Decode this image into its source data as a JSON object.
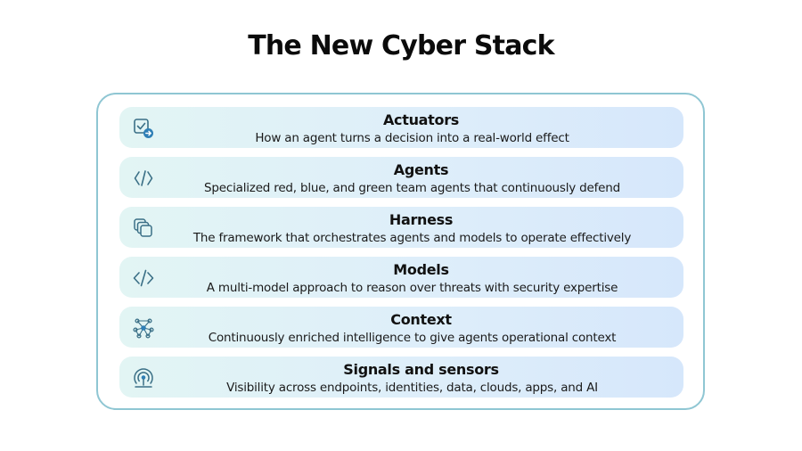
{
  "title": "The New Cyber Stack",
  "colors": {
    "frame_border": "#8fc6d3",
    "layer_gradient_start": "#e2f5f4",
    "layer_gradient_end": "#d6e7fb",
    "icon_stroke": "#3a6f86",
    "icon_accent": "#2f7fb6"
  },
  "layers": [
    {
      "name": "Actuators",
      "description": "How an agent turns a decision into a real-world effect",
      "icon": "checkbox-arrow-icon"
    },
    {
      "name": "Agents",
      "description": "Specialized red, blue, and green team agents that continuously defend",
      "icon": "code-slash-icon"
    },
    {
      "name": "Harness",
      "description": "The framework that orchestrates agents and models to operate effectively",
      "icon": "stacked-layers-icon"
    },
    {
      "name": "Models",
      "description": "A multi-model approach to reason over threats with security expertise",
      "icon": "code-brackets-icon"
    },
    {
      "name": "Context",
      "description": "Continuously enriched intelligence to give agents operational context",
      "icon": "network-nodes-icon"
    },
    {
      "name": "Signals and sensors",
      "description": "Visibility across endpoints, identities, data, clouds, apps, and AI",
      "icon": "broadcast-signal-icon"
    }
  ]
}
